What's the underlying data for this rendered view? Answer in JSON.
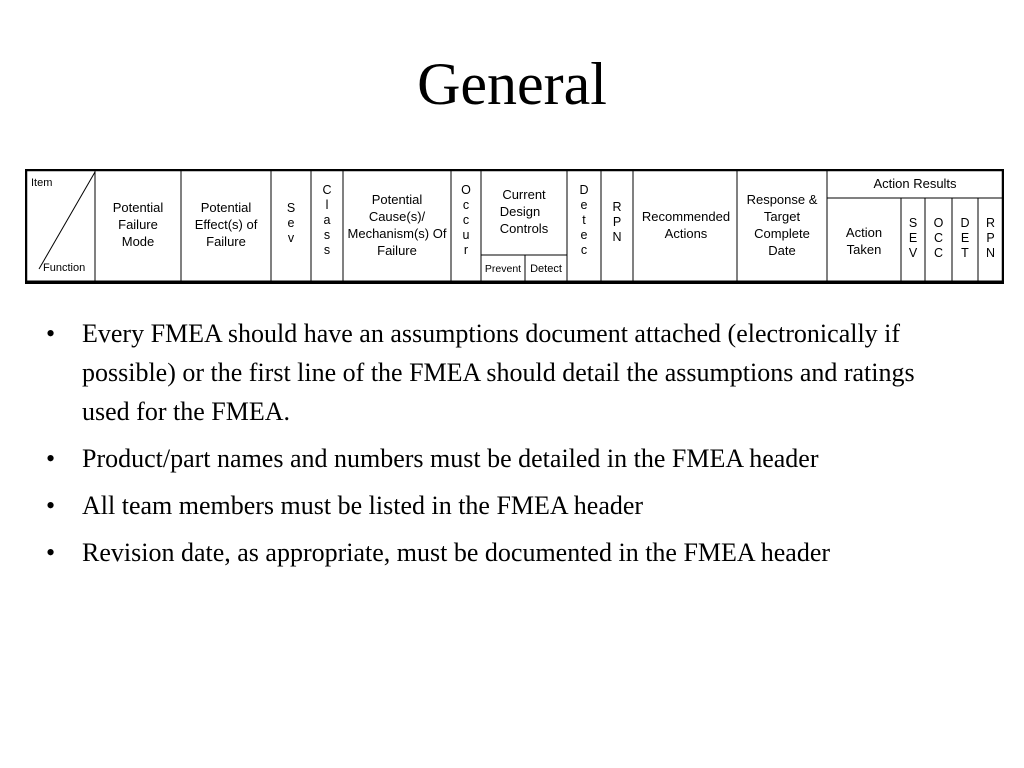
{
  "title": "General",
  "fmea_header": {
    "item": "Item",
    "function": "Function",
    "failure_mode": "Potential Failure Mode",
    "effects": "Potential Effect(s) of Failure",
    "sev": "S\ne\nv",
    "class": "C\nl\na\ns\ns",
    "causes": "Potential Cause(s)/ Mechanism(s) Of Failure",
    "occur": "O\nc\nc\nu\nr",
    "current_controls": "Current",
    "design": "Design",
    "controls": "Controls",
    "prevent": "Prevent",
    "detect": "Detect",
    "detec": "D\ne\nt\ne\nc",
    "rpn": "R\nP\nN",
    "recommended_actions": "Recommended Actions",
    "response": "Response &",
    "target": "Target",
    "complete_date": "Complete Date",
    "action_results": "Action Results",
    "action_taken": "Action Taken",
    "r_sev": "S\nE\nV",
    "r_occ": "O\nC\nC",
    "r_det": "D\nE\nT",
    "r_rpn": "R\nP\nN"
  },
  "bullets": [
    "Every FMEA should have an assumptions document attached (electronically if possible) or the first line of the FMEA should detail the assumptions and ratings used for the FMEA.",
    "Product/part names and numbers must be detailed in the FMEA header",
    "All team members must be listed in the FMEA header",
    "Revision date, as appropriate, must be documented in the FMEA header"
  ]
}
